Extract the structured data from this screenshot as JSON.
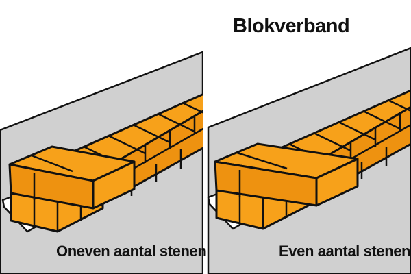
{
  "title": "Blokverband",
  "panels": [
    {
      "caption": "Oneven aantal stenen"
    },
    {
      "caption": "Even aantal stenen"
    }
  ],
  "colors": {
    "brick": "#f7a11a",
    "brick_side": "#ee9210",
    "ground": "#d0d0d0",
    "outline": "#111111",
    "background": "#ffffff"
  }
}
